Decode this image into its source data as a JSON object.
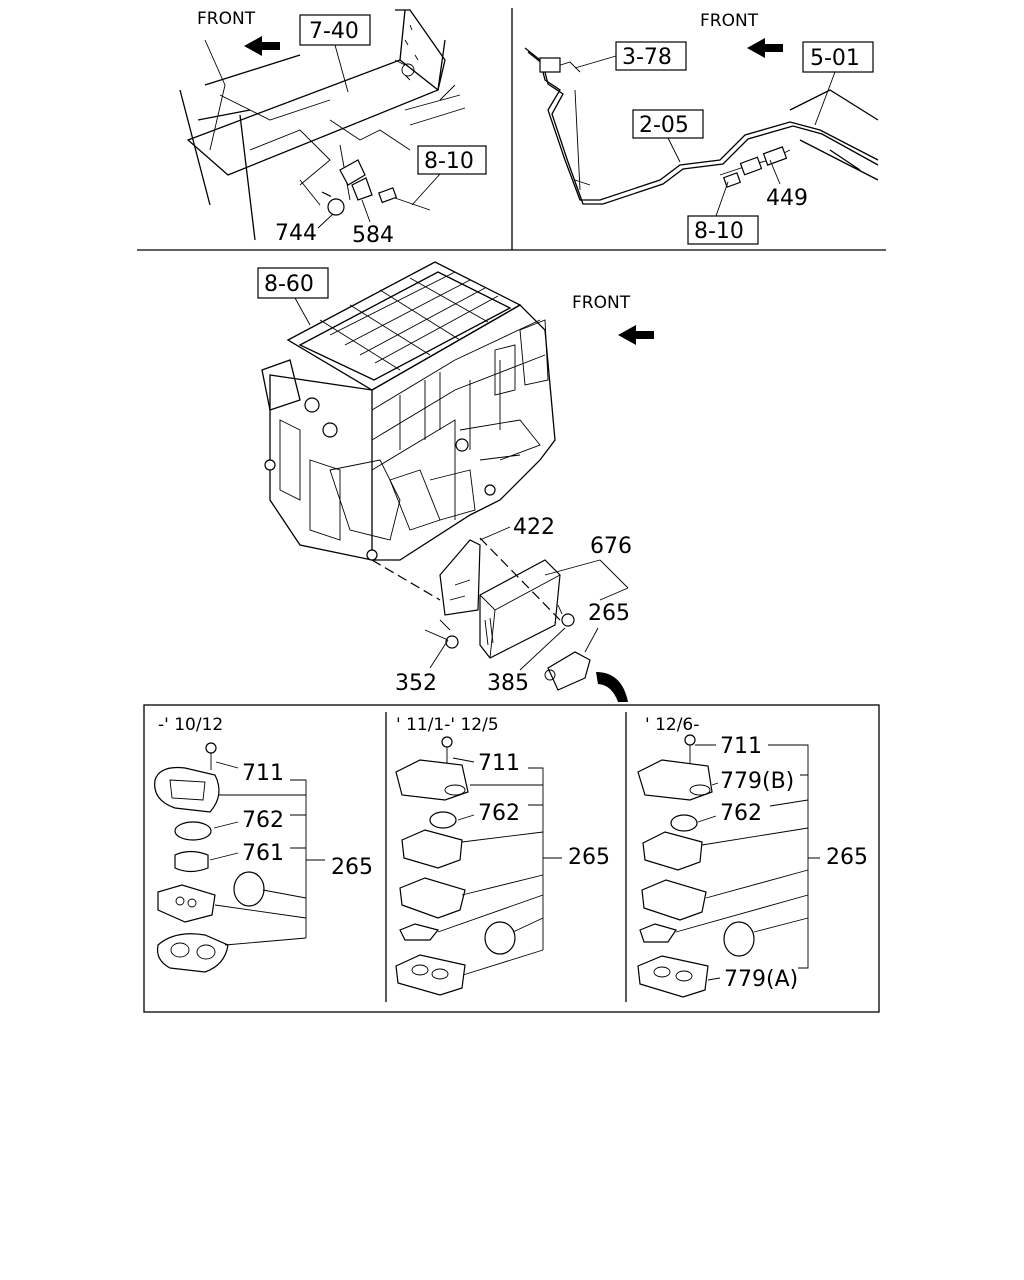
{
  "front_labels": [
    "FRONT",
    "FRONT",
    "FRONT"
  ],
  "ref_boxes": {
    "r740": "7-40",
    "r810a": "8-10",
    "r378": "3-78",
    "r501": "5-01",
    "r205": "2-05",
    "r810b": "8-10",
    "r860": "8-60"
  },
  "parts": {
    "p744": "744",
    "p584": "584",
    "p449": "449",
    "p422": "422",
    "p676": "676",
    "p265": "265",
    "p352": "352",
    "p385": "385"
  },
  "panels": [
    {
      "period": "-' 10/12",
      "labels": [
        "711",
        "762",
        "761",
        "265"
      ]
    },
    {
      "period": "' 11/1-' 12/5",
      "labels": [
        "711",
        "762",
        "265"
      ]
    },
    {
      "period": "' 12/6-",
      "labels": [
        "711",
        "779(B)",
        "762",
        "265",
        "779(A)"
      ]
    }
  ]
}
